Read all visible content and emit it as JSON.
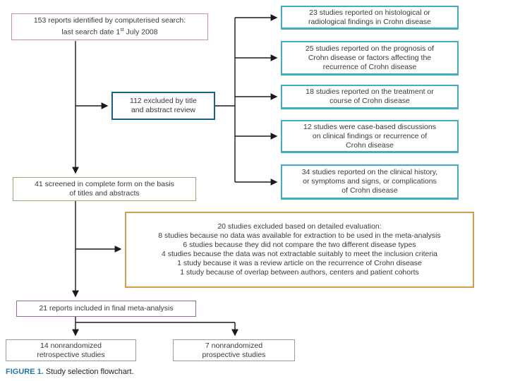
{
  "caption": {
    "label": "FIGURE 1.",
    "text": "Study selection flowchart."
  },
  "nodes": {
    "identified": {
      "line1": "153 reports identified by computerised search:",
      "line2_prefix": "last search date 1",
      "line2_sup": "st",
      "line2_suffix": " July 2008"
    },
    "title_abstract_excluded": {
      "line1": "112 excluded by title",
      "line2": "and abstract review"
    },
    "screened": {
      "line1": "41 screened in complete form on the basis",
      "line2": "of titles and abstracts"
    },
    "reasons": [
      {
        "lines": [
          "23 studies reported on histological or",
          "radiological findings in Crohn disease"
        ]
      },
      {
        "lines": [
          "25 studies reported on the prognosis of",
          "Crohn disease or factors affecting the",
          "recurrence of Crohn disease"
        ]
      },
      {
        "lines": [
          "18 studies reported on the treatment or",
          "course of Crohn disease"
        ]
      },
      {
        "lines": [
          "12 studies were case-based discussions",
          "on clinical findings or recurrence of",
          "Crohn disease"
        ]
      },
      {
        "lines": [
          "34 studies reported on the clinical history,",
          "or symptoms and signs, or complications",
          "of Crohn disease"
        ]
      }
    ],
    "detailed_exclusion": {
      "lines": [
        "20 studies excluded based on detailed evaluation:",
        "8 studies because no data was available for extraction to be used in the meta-analysis",
        "6 studies because they did not compare the two different disease types",
        "4 studies because the data was not extractable suitably to meet the inclusion criteria",
        "1 study because it was a review article on the recurrence of Crohn disease",
        "1 study because of overlap between authors, centers and patient cohorts"
      ]
    },
    "included": {
      "line1": "21 reports included in final meta-analysis"
    },
    "retrospective": {
      "line1": "14 nonrandomized",
      "line2": "retrospective studies"
    },
    "prospective": {
      "line1": "7 nonrandomized",
      "line2": "prospective studies"
    }
  },
  "colors": {
    "identified_border": "#cf9193",
    "title_abstract_border": "#16618f",
    "screened_border": "#8fb07c",
    "reason_border": "#41aec4",
    "detailed_border": "#d79b4d",
    "included_border": "#95679a",
    "final_border": "#9b9b9b",
    "caption_label": "#2878b0",
    "connector": "#1a1a1a"
  }
}
